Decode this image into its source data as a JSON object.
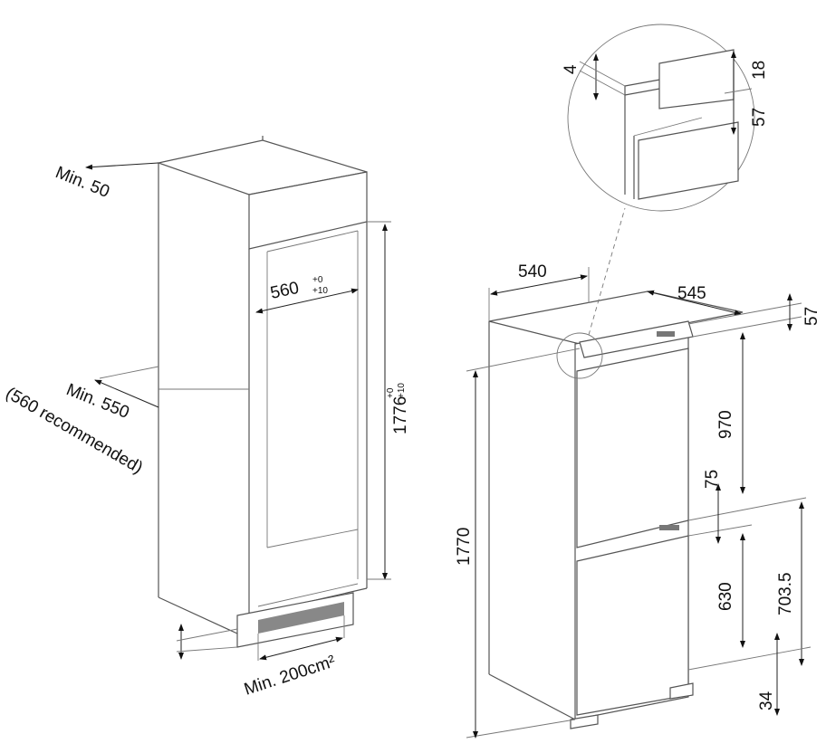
{
  "niche": {
    "min_top_gap": "Min. 50",
    "width": "560",
    "width_tol_upper": "+0",
    "width_tol_lower": "+10",
    "height": "1776",
    "height_tol_upper": "+0",
    "height_tol_lower": "+10",
    "min_depth": "Min. 550",
    "recommended_depth": "(560 recommended)",
    "vent_area": "Min. 200cm²"
  },
  "appliance": {
    "width": "540",
    "depth": "545",
    "top_offset": "57",
    "total_height": "1770",
    "upper_section": "970",
    "gap": "75",
    "lower_door": "630",
    "lower_section": "703.5",
    "base": "34"
  },
  "detail": {
    "gap": "4",
    "panel": "18",
    "offset": "57"
  },
  "colors": {
    "line": "#555555",
    "text": "#111111"
  }
}
